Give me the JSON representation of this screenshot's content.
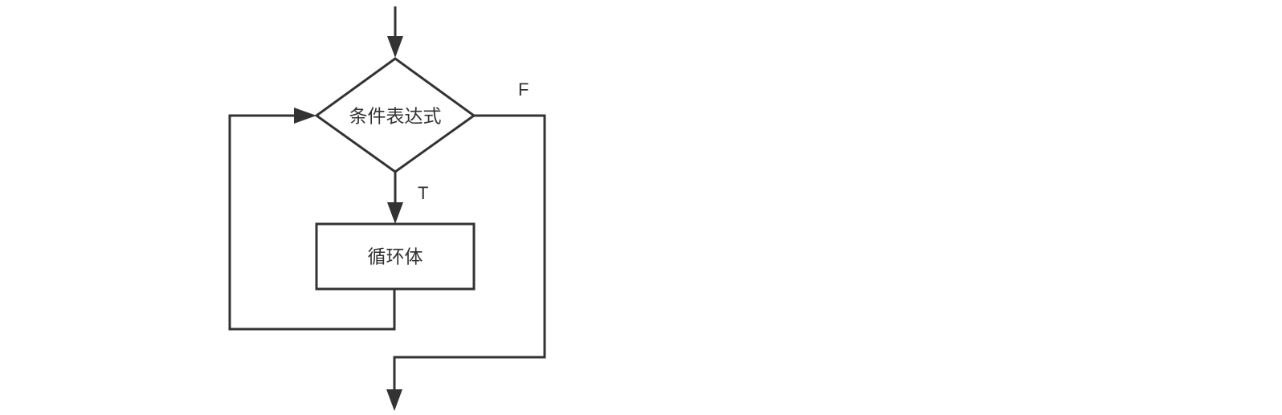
{
  "diagram": {
    "type": "flowchart",
    "nodes": {
      "condition": {
        "shape": "diamond",
        "label": "条件表达式"
      },
      "body": {
        "shape": "rectangle",
        "label": "循环体"
      }
    },
    "edges": {
      "true_label": "T",
      "false_label": "F"
    },
    "colors": {
      "stroke": "#333333",
      "text": "#333333",
      "background": "#ffffff"
    }
  }
}
